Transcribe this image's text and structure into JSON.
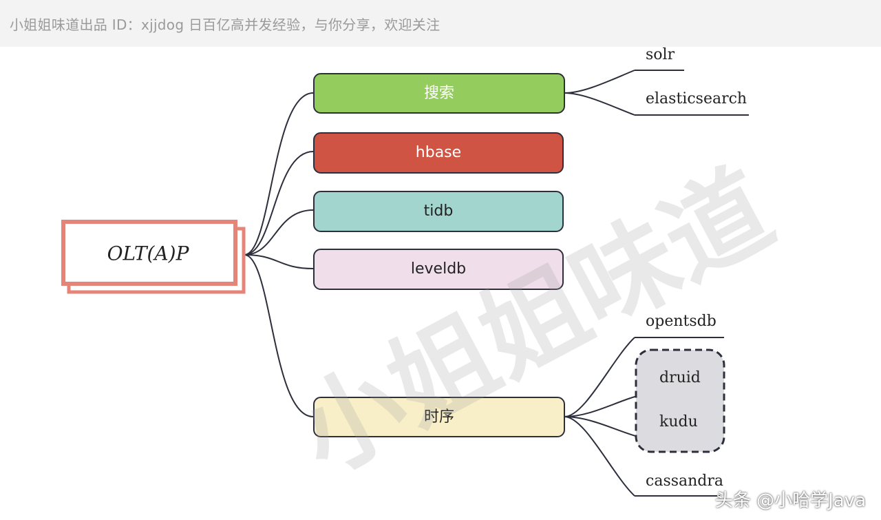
{
  "header": {
    "text": "小姐姐味道出品 ID：xjjdog  日百亿高并发经验，与你分享，欢迎关注"
  },
  "root": {
    "label": "OLT(A)P",
    "colors": {
      "border": "#e5857a"
    }
  },
  "branches": [
    {
      "id": "search",
      "label": "搜索",
      "fill": "#95cc5e",
      "text_color": "#ffffff"
    },
    {
      "id": "hbase",
      "label": "hbase",
      "fill": "#d05443",
      "text_color": "#ffffff"
    },
    {
      "id": "tidb",
      "label": "tidb",
      "fill": "#a3d5cf",
      "text_color": "#222222"
    },
    {
      "id": "leveldb",
      "label": "leveldb",
      "fill": "#f0deea",
      "text_color": "#222222"
    },
    {
      "id": "timeseries",
      "label": "时序",
      "fill": "#f8efc9",
      "text_color": "#222222"
    }
  ],
  "leaves": {
    "search": [
      "solr",
      "elasticsearch"
    ],
    "timeseries": [
      "opentsdb",
      "druid",
      "kudu",
      "cassandra"
    ]
  },
  "grouped_leaves": [
    "druid",
    "kudu"
  ],
  "watermark": {
    "text": "小姐姐味道"
  },
  "footer_mark": {
    "text": "头条 @小哈学Java"
  },
  "colors": {
    "line": "#2c2f3b",
    "group_fill": "#dcdce0",
    "group_border": "#2c2f3b"
  }
}
